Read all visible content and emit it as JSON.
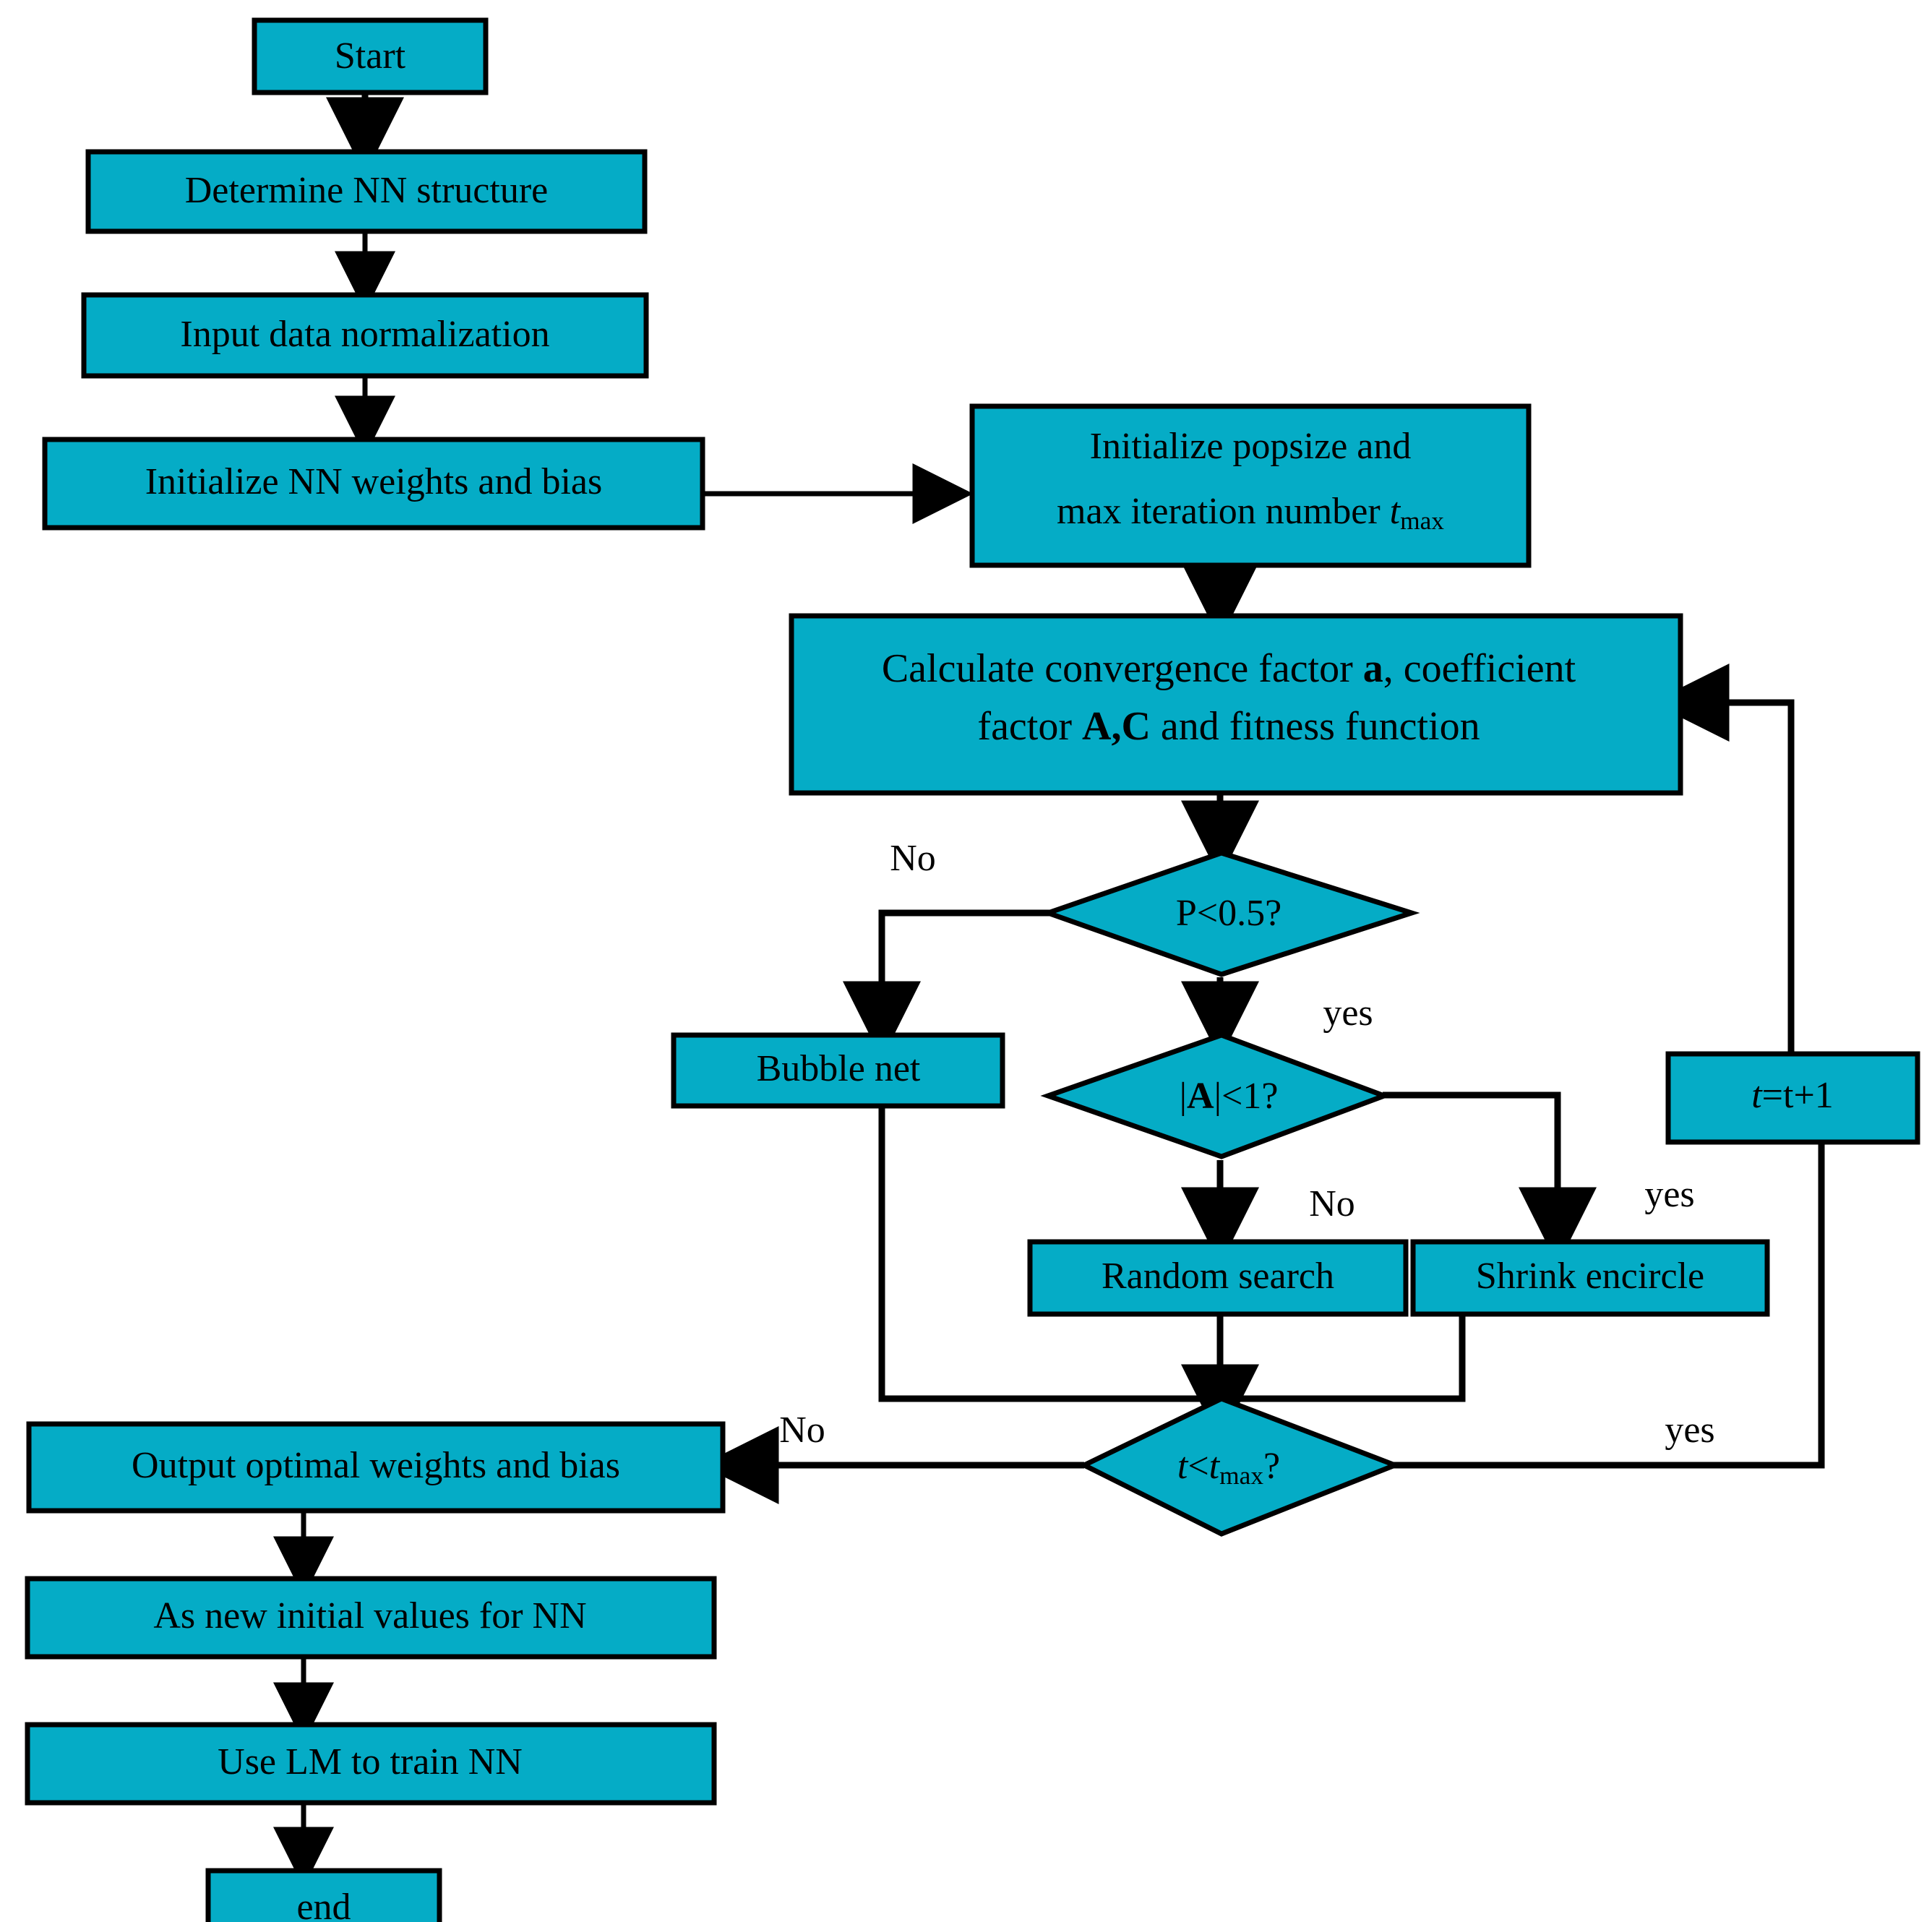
{
  "diagram": {
    "title": "WOA-LM neural network training flowchart",
    "colors": {
      "node_fill": "#05ACC6",
      "node_stroke": "#000000",
      "connector": "#000000",
      "background": "#ffffff",
      "text": "#000000"
    },
    "nodes": [
      {
        "id": "start",
        "shape": "rect",
        "label": "Start"
      },
      {
        "id": "nn-structure",
        "shape": "rect",
        "label": "Determine NN structure"
      },
      {
        "id": "normalize",
        "shape": "rect",
        "label": "Input data normalization"
      },
      {
        "id": "init-weights",
        "shape": "rect",
        "label": "Initialize NN weights and bias"
      },
      {
        "id": "init-pop",
        "shape": "rect",
        "label_line1": "Initialize popsize and",
        "label_line2_pre": "max iteration number ",
        "label_line2_var": "t",
        "label_line2_sub": "max"
      },
      {
        "id": "calc-factors",
        "shape": "rect",
        "label_line1_a": "Calculate convergence factor ",
        "label_line1_sym": "a",
        "label_line1_b": ", coefficient",
        "label_line2_a": "factor ",
        "label_line2_sym": "A,C",
        "label_line2_b": " and fitness function"
      },
      {
        "id": "p-test",
        "shape": "diamond",
        "label": "P<0.5?"
      },
      {
        "id": "bubble-net",
        "shape": "rect",
        "label": "Bubble net"
      },
      {
        "id": "a-test",
        "shape": "diamond",
        "label_pre": "|",
        "label_sym": "A",
        "label_post": "|<1?"
      },
      {
        "id": "random-search",
        "shape": "rect",
        "label": "Random search"
      },
      {
        "id": "shrink",
        "shape": "rect",
        "label": "Shrink encircle"
      },
      {
        "id": "t-test",
        "shape": "diamond",
        "label_var1": "t",
        "label_op": "<",
        "label_var2": "t",
        "label_sub": "max",
        "label_q": "?"
      },
      {
        "id": "t-increment",
        "shape": "rect",
        "label_var": "t",
        "label_rest": "=t+1"
      },
      {
        "id": "output",
        "shape": "rect",
        "label": "Output optimal weights and bias"
      },
      {
        "id": "new-initial",
        "shape": "rect",
        "label": "As new initial values for NN"
      },
      {
        "id": "train-lm",
        "shape": "rect",
        "label": "Use LM to train NN"
      },
      {
        "id": "end",
        "shape": "rect",
        "label": "end"
      }
    ],
    "edge_labels": {
      "p_test_no": "No",
      "p_test_yes": "yes",
      "a_test_no": "No",
      "a_test_yes": "yes",
      "t_test_no": "No",
      "t_test_yes": "yes"
    }
  }
}
